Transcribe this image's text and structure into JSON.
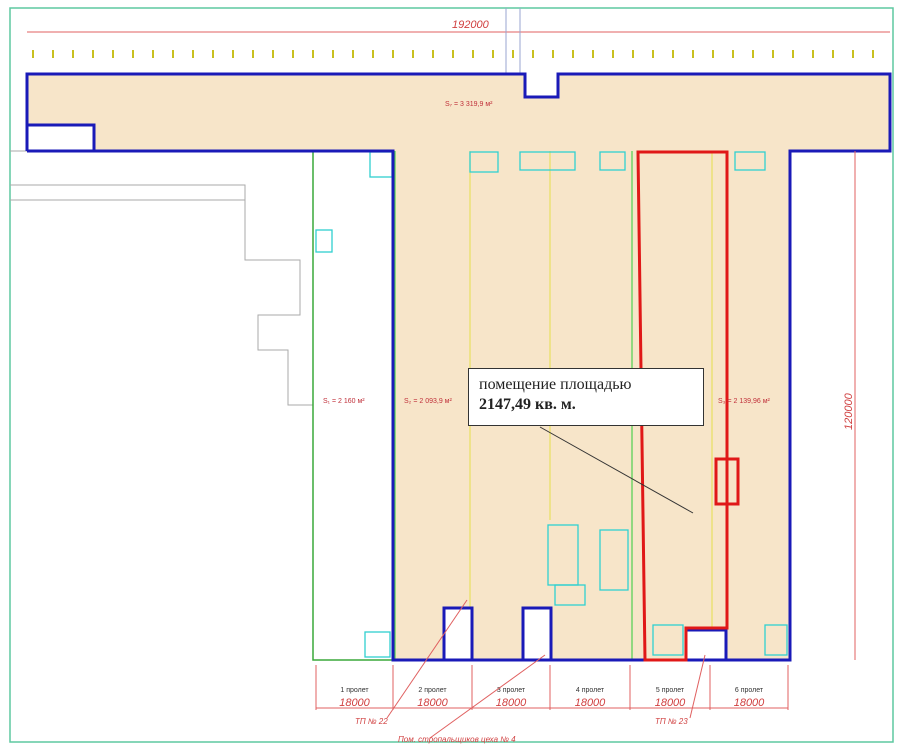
{
  "plan": {
    "total_width": "192000",
    "total_depth": "120000",
    "zones": {
      "s7": "S₇ = 3 319,9 м²",
      "s1": "S₁ = 2 160 м²",
      "s2": "S₂ = 2 093,9 м²",
      "s3": "S₃ = 2 139,96 м²"
    },
    "spans": [
      {
        "label": "1 пролет",
        "size": "18000"
      },
      {
        "label": "2 пролет",
        "size": "18000"
      },
      {
        "label": "3 пролет",
        "size": "18000"
      },
      {
        "label": "4 пролет",
        "size": "18000"
      },
      {
        "label": "5 пролет",
        "size": "18000"
      },
      {
        "label": "6 пролет",
        "size": "18000"
      }
    ],
    "notes": {
      "tp22": "ТП № 22",
      "tp23": "ТП № 23",
      "room": "Пом. стропальщиков цеха № 4"
    },
    "callout": {
      "line1": "помещение площадью",
      "line2": "2147,49 кв. м."
    },
    "colors": {
      "fill": "#f7e5c9",
      "wall": "#1a1ab8",
      "highlight": "#e01818",
      "frame": "#5ec9a0"
    }
  }
}
